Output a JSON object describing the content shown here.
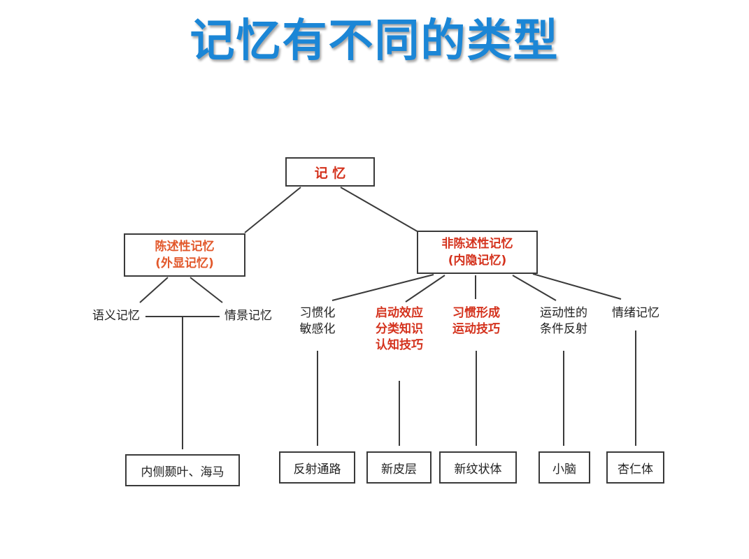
{
  "title": "记忆有不同的类型",
  "colors": {
    "title": "#1b86d6",
    "emphasis_red": "#d4321d",
    "emphasis_orange": "#e2582b",
    "line": "#3a3a3a"
  },
  "root": {
    "label": "记 忆"
  },
  "declarative": {
    "line1": "陈述性记忆",
    "line2": "(外显记忆)"
  },
  "nondeclarative": {
    "line1": "非陈述性记忆",
    "line2": "(内隐记忆)"
  },
  "declarative_types": {
    "semantic": "语义记忆",
    "episodic": "情景记忆"
  },
  "nondeclarative_types": {
    "habituation": {
      "line1": "习惯化",
      "line2": "敏感化"
    },
    "priming": {
      "line1": "启动效应",
      "line2": "分类知识",
      "line3": "认知技巧"
    },
    "habit": {
      "line1": "习惯形成",
      "line2": "运动技巧"
    },
    "conditioning": {
      "line1": "运动性的",
      "line2": "条件反射"
    },
    "emotional": {
      "line1": "情绪记忆"
    }
  },
  "structures": {
    "mtl": "内侧颞叶、海马",
    "reflex": "反射通路",
    "neocortex": "新皮层",
    "striatum": "新纹状体",
    "cerebellum": "小脑",
    "amygdala": "杏仁体"
  }
}
